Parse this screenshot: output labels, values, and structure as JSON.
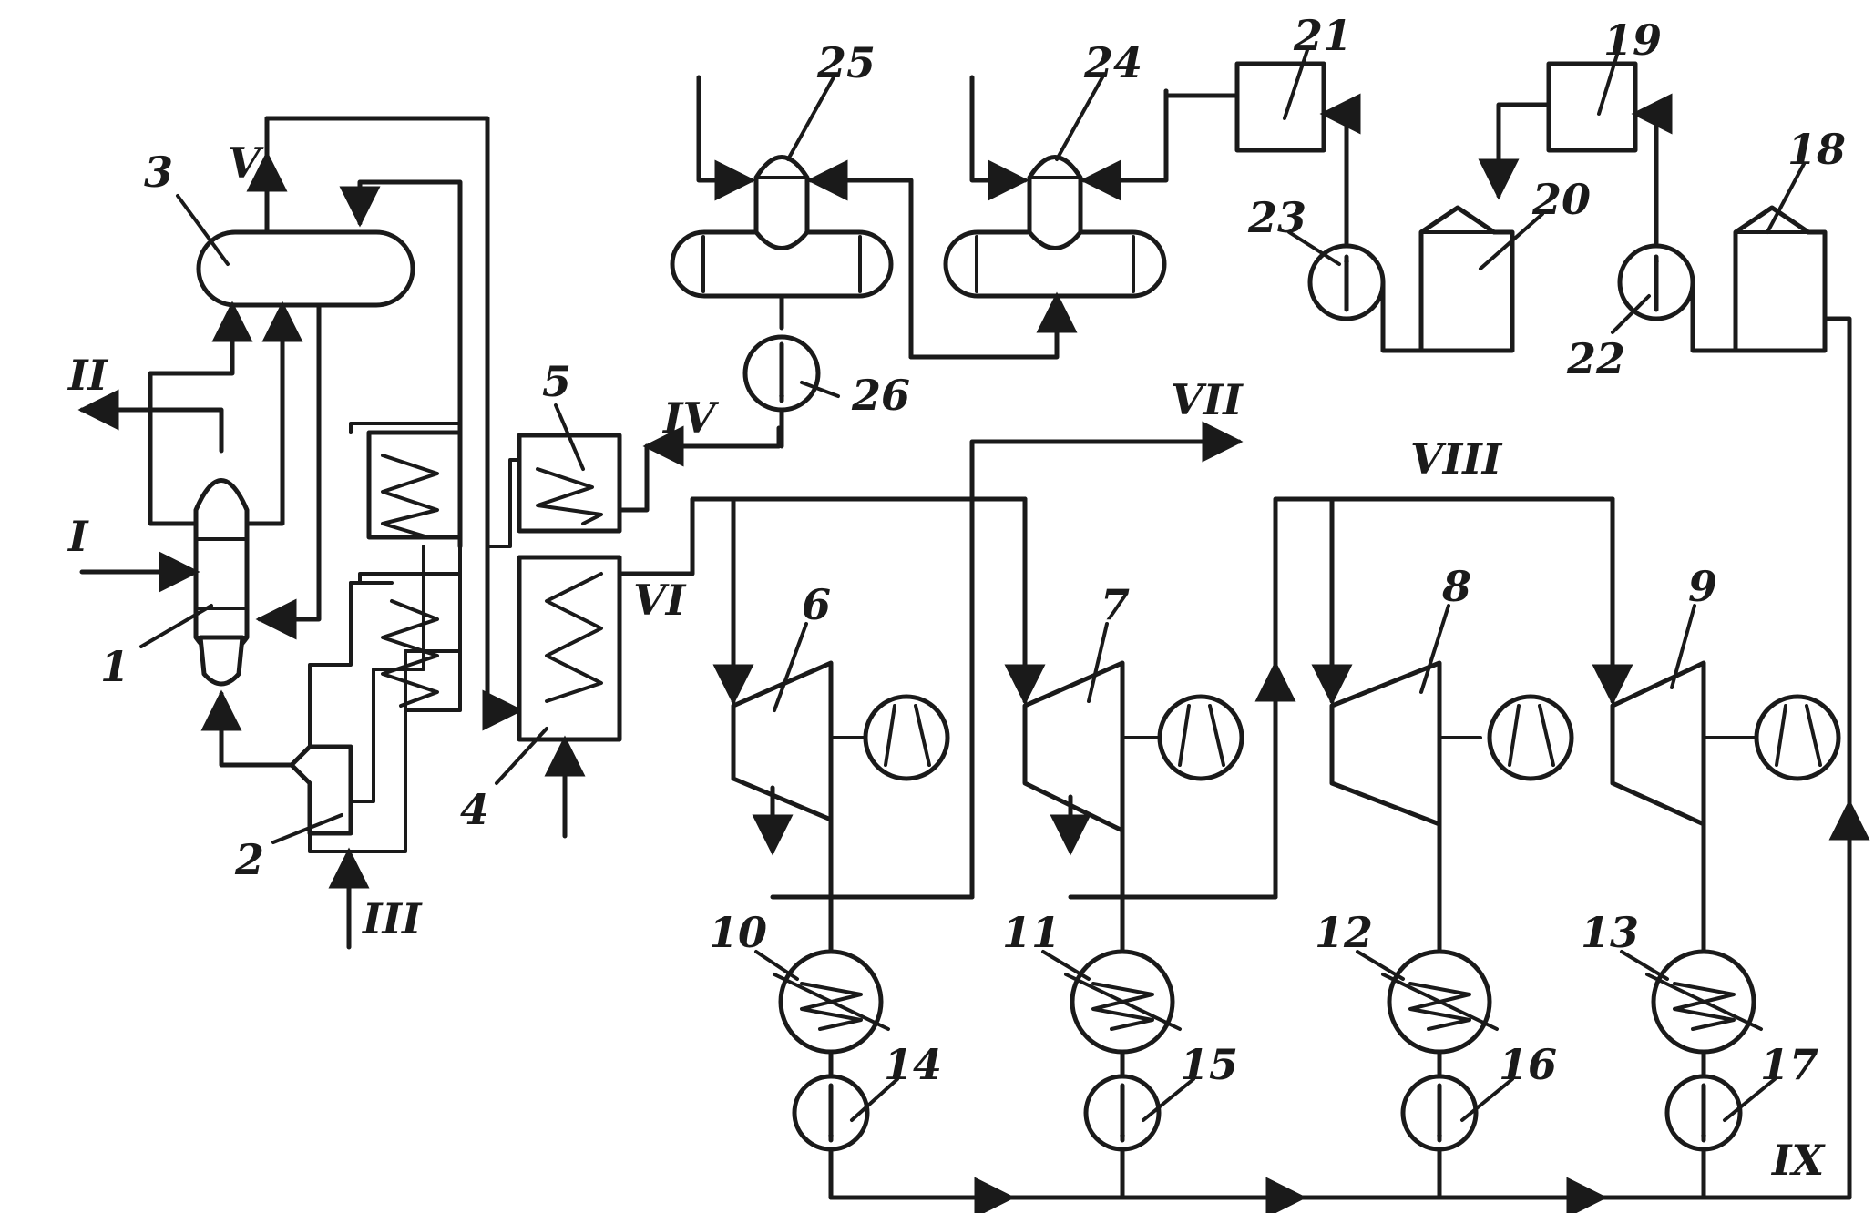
{
  "labels": {
    "n1": "1",
    "n2": "2",
    "n3": "3",
    "n4": "4",
    "n5": "5",
    "n6": "6",
    "n7": "7",
    "n8": "8",
    "n9": "9",
    "n10": "10",
    "n11": "11",
    "n12": "12",
    "n13": "13",
    "n14": "14",
    "n15": "15",
    "n16": "16",
    "n17": "17",
    "n18": "18",
    "n19": "19",
    "n20": "20",
    "n21": "21",
    "n22": "22",
    "n23": "23",
    "n24": "24",
    "n25": "25",
    "n26": "26"
  },
  "streams": {
    "s1": "I",
    "s2": "II",
    "s3": "III",
    "s4": "IV",
    "s5": "V",
    "s6": "VI",
    "s7": "VII",
    "s8": "VIII",
    "s9": "IX"
  }
}
